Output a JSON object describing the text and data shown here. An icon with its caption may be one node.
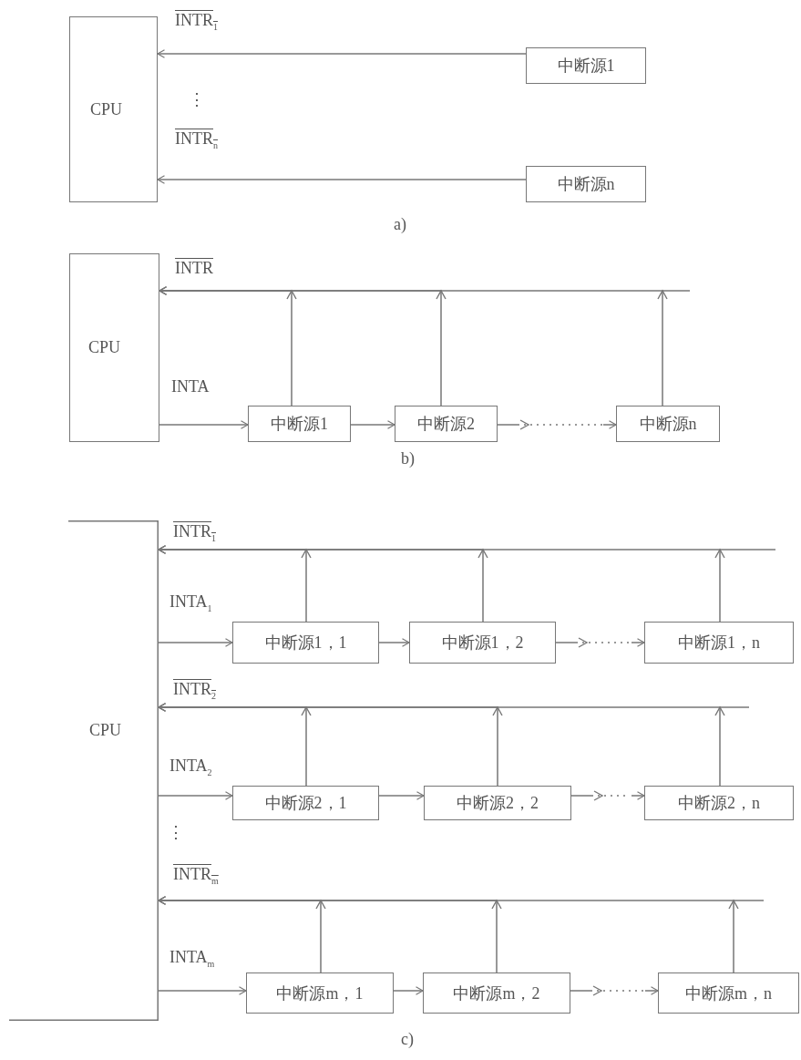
{
  "diagram": {
    "nodes": [
      {
        "text": [
          "CPU"
        ]
      },
      {
        "text": [
          "中断源1"
        ]
      },
      {
        "text": [
          "中断源n"
        ]
      },
      {
        "text": [
          "CPU"
        ]
      },
      {
        "text": [
          "中断源1"
        ]
      },
      {
        "text": [
          "中断源2"
        ]
      },
      {
        "text": [
          "中断源n"
        ]
      },
      {
        "text": [
          "CPU"
        ]
      },
      {
        "text": [
          "中断源1，1"
        ]
      },
      {
        "text": [
          "中断源1，2"
        ]
      },
      {
        "text": [
          "中断源1，n"
        ]
      },
      {
        "text": [
          "中断源2，1"
        ]
      },
      {
        "text": [
          "中断源2，2"
        ]
      },
      {
        "text": [
          "中断源2，n"
        ]
      },
      {
        "text": [
          "中断源m，1"
        ]
      },
      {
        "text": [
          "中断源m，2"
        ]
      },
      {
        "text": [
          "中断源m，n"
        ]
      }
    ],
    "edges": [
      {
        "from": 1,
        "to": 0,
        "arrow": "to",
        "label": "INTR$_{1}$"
      },
      {
        "from": 2,
        "to": 0,
        "arrow": "to",
        "label": "INTR$_{n}$"
      },
      {
        "from": 3,
        "to": 4,
        "arrow": "to",
        "label": "INTA"
      },
      {
        "from": 4,
        "to": 5,
        "arrow": "to"
      },
      {
        "from": 5,
        "to": 6,
        "arrow": "to",
        "style": "dashed"
      },
      {
        "from": 4,
        "to": 3,
        "arrow": "to",
        "label": "INTR"
      },
      {
        "from": 5,
        "to": 3,
        "arrow": "to"
      },
      {
        "from": 6,
        "to": 3,
        "arrow": "to"
      },
      {
        "from": 7,
        "to": 8,
        "arrow": "to",
        "label": "INTA$_{1}$"
      },
      {
        "from": 8,
        "to": 9,
        "arrow": "to"
      },
      {
        "from": 9,
        "to": 10,
        "arrow": "to",
        "style": "dashed"
      },
      {
        "from": 8,
        "to": 7,
        "arrow": "to",
        "label": "INTR$_{1}$"
      },
      {
        "from": 9,
        "to": 7,
        "arrow": "to"
      },
      {
        "from": 10,
        "to": 7,
        "arrow": "to"
      },
      {
        "from": 7,
        "to": 11,
        "arrow": "to",
        "label": "INTA$_{2}$"
      },
      {
        "from": 11,
        "to": 12,
        "arrow": "to"
      },
      {
        "from": 12,
        "to": 13,
        "arrow": "to",
        "style": "dashed"
      },
      {
        "from": 11,
        "to": 7,
        "arrow": "to",
        "label": "INTR$_{2}$"
      },
      {
        "from": 12,
        "to": 7,
        "arrow": "to"
      },
      {
        "from": 13,
        "to": 7,
        "arrow": "to"
      },
      {
        "from": 7,
        "to": 14,
        "arrow": "to",
        "label": "INTA$_{m}$"
      },
      {
        "from": 14,
        "to": 15,
        "arrow": "to"
      },
      {
        "from": 15,
        "to": 16,
        "arrow": "to",
        "style": "dashed"
      },
      {
        "from": 14,
        "to": 7,
        "arrow": "to",
        "label": "INTR$_{m}$"
      },
      {
        "from": 15,
        "to": 7,
        "arrow": "to"
      },
      {
        "from": 16,
        "to": 7,
        "arrow": "to"
      }
    ],
    "labels": [
      "⋮",
      "a)",
      "b)",
      "⋮",
      "c)"
    ]
  }
}
